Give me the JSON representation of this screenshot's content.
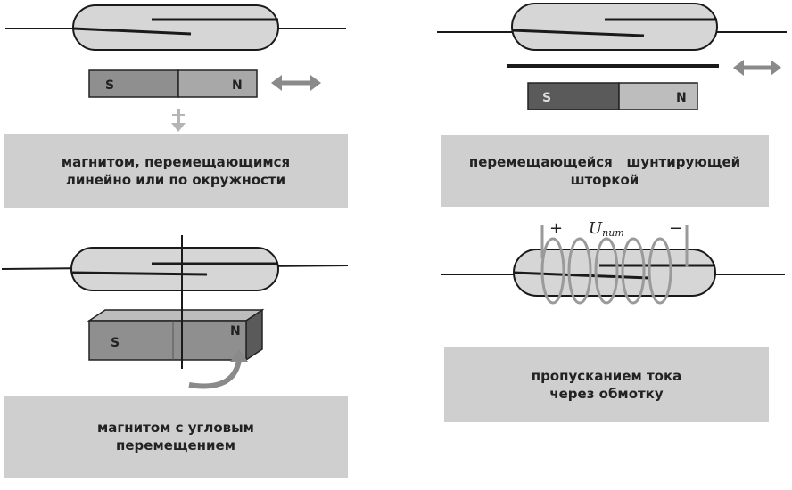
{
  "panels": {
    "linear_magnet": {
      "caption_line1": "магнитом, перемещающимся",
      "caption_line2": "линейно или по окружности",
      "magnet_s": "S",
      "magnet_n": "N"
    },
    "shunt": {
      "caption_line1": "перемещающейся   шунтирующей",
      "caption_line2": "шторкой",
      "magnet_s": "S",
      "magnet_n": "N"
    },
    "angular_magnet": {
      "caption_line1": "магнитом с угловым",
      "caption_line2": "перемещением",
      "magnet_s": "S",
      "magnet_n": "N"
    },
    "coil_current": {
      "caption_line1": "пропусканием тока",
      "caption_line2": "через обмотку",
      "plus": "+",
      "minus": "−",
      "voltage_symbol": "U",
      "voltage_subscript": "пит"
    }
  },
  "colors": {
    "glass_fill": "#d6d6d6",
    "line": "#1a1a1a",
    "magnet_dark": "#5a5a5a",
    "magnet_mid": "#8f8f8f",
    "magnet_light": "#bdbdbd",
    "caption_bg": "#cfcfcf",
    "arrow_gray": "#8a8a8a",
    "arrow_light": "#b5b5b5"
  }
}
